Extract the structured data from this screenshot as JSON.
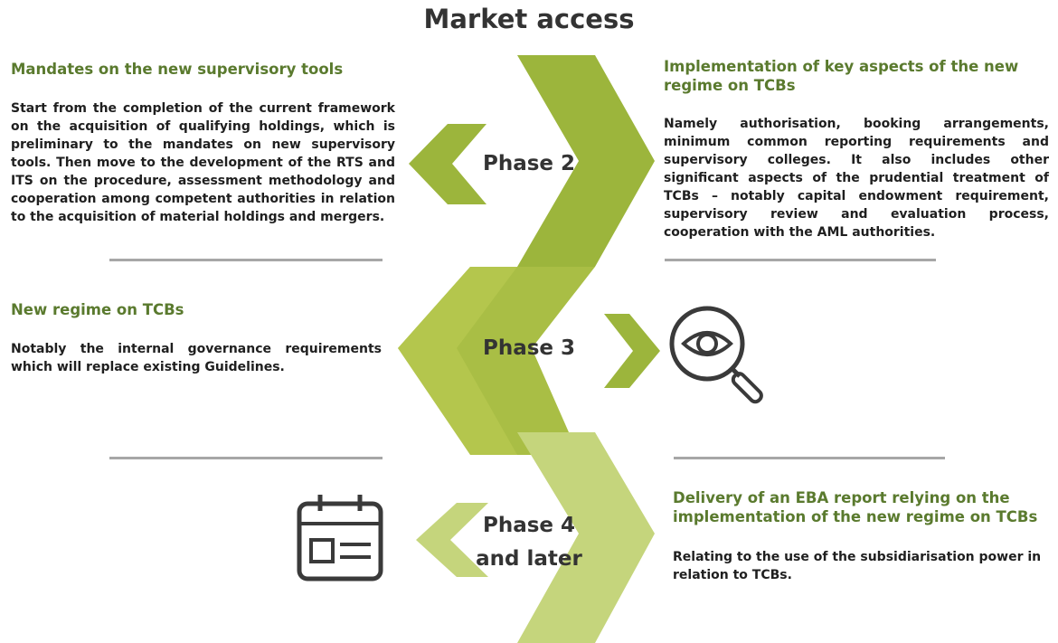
{
  "title": "Market access",
  "phases": [
    {
      "label": "Phase 2"
    },
    {
      "label": "Phase 3"
    },
    {
      "label": "Phase 4 and later"
    }
  ],
  "sections": {
    "mandates": {
      "heading": "Mandates on the new supervisory tools",
      "text": "Start from the completion of the current framework on the acquisition of qualifying holdings, which is preliminary to the mandates on new supervisory tools. Then move to the development of the RTS and ITS on the procedure, assessment methodology and cooperation among competent authorities in relation to the acquisition of material holdings and mergers."
    },
    "implementation": {
      "heading": "Implementation of key aspects of the new regime on TCBs",
      "text": "Namely authorisation, booking arrangements, minimum common reporting requirements and supervisory colleges. It also includes other significant aspects of the prudential treatment of TCBs – notably capital endowment requirement, supervisory review and evaluation process, cooperation with the AML authorities."
    },
    "new_regime": {
      "heading": "New regime on TCBs",
      "text": "Notably the internal governance requirements which will replace existing Guidelines."
    },
    "delivery": {
      "heading": "Delivery of an EBA report relying on the implementation of the new regime on TCBs",
      "text": "Relating to the use of the subsidiarisation power in relation to TCBs."
    }
  },
  "icons": [
    "magnifier-eye-icon",
    "calendar-icon"
  ],
  "colors": {
    "green_dark": "#9cb53c",
    "green_mid": "#b4c64d",
    "green_light": "#c5d57c",
    "heading": "#5a7a2e",
    "rule": "#a7a7a7"
  }
}
